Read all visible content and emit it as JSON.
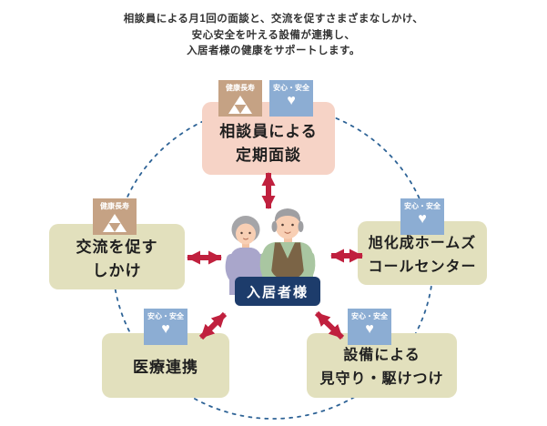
{
  "title_lines": [
    "相談員による月1回の面談と、交流を促すさまざまなしかけ、",
    "安心安全を叶える設備が連携し、",
    "入居者様の健康をサポートします。"
  ],
  "badge_labels": {
    "longevity": "健康長寿",
    "safety": "安心・安全"
  },
  "icons": {
    "heart": "♥",
    "longevity": "triple-triangle"
  },
  "nodes": {
    "top": {
      "line1": "相談員による",
      "line2": "定期面談"
    },
    "left": {
      "line1": "交流を促す",
      "line2": "しかけ"
    },
    "right": {
      "line1": "旭化成ホームズ",
      "line2": "コールセンター"
    },
    "bottom_left": {
      "line1": "医療連携",
      "line2": ""
    },
    "bottom_right": {
      "line1": "設備による",
      "line2": "見守り・駆けつけ"
    }
  },
  "center_label": "入居者様",
  "colors": {
    "arrow": "#c0203e",
    "dotted_circle": "#2e6396",
    "top_box": "#f6d3c6",
    "side_box": "#e2e0bd",
    "badge_tan": "#c5a284",
    "badge_blue": "#8cadd3",
    "label_navy": "#1d3c6b"
  }
}
